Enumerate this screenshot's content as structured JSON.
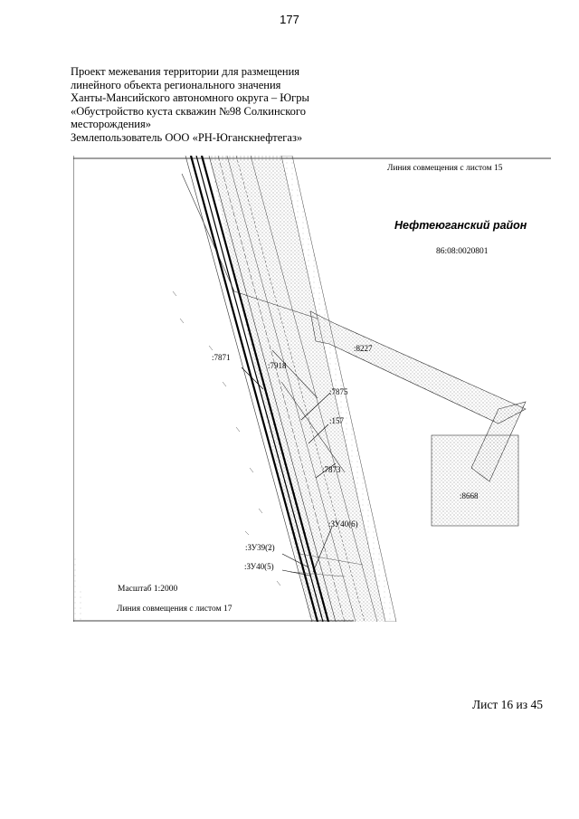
{
  "page_number": "177",
  "header": {
    "lines": [
      "Проект межевания территории для размещения",
      "линейного объекта регионального значения",
      "Ханты-Мансийского автономного округа – Югры",
      "«Обустройство куста скважин №98 Солкинского",
      "месторождения»",
      "Землепользователь ООО «РН-Юганскнефтегаз»"
    ]
  },
  "map": {
    "alignment_top": "Линия совмещения с листом 15",
    "alignment_bottom": "Линия совмещения с листом 17",
    "district": "Нефтеюганский район",
    "cadastral_quarter": "86:08:0020801",
    "scale": "Масштаб 1:2000",
    "parcels": {
      "p8227": ":8227",
      "p7871": ":7871",
      "p7918": ":7918",
      "p7875": ":7875",
      "p157": ":157",
      "p7873": ":7873",
      "p8668": ":8668",
      "zu40_6": ":ЗУ40(6)",
      "zu39_2": ":ЗУ39(2)",
      "zu40_5": ":ЗУ40(5)"
    }
  },
  "sheet_counter": "Лист 16 из 45"
}
